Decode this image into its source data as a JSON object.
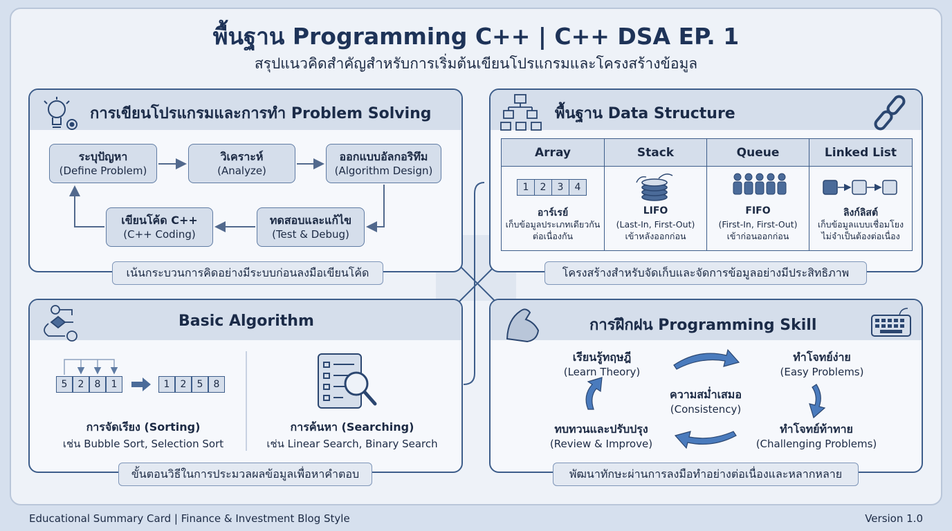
{
  "header": {
    "title": "พื้นฐาน Programming C++ | C++ DSA EP. 1",
    "subtitle": "สรุปแนวคิดสำคัญสำหรับการเริ่มต้นเขียนโปรแกรมและโครงสร้างข้อมูล"
  },
  "problem_solving": {
    "title": "การเขียนโปรแกรมและการทำ Problem Solving",
    "steps": [
      {
        "th": "ระบุปัญหา",
        "en": "(Define Problem)"
      },
      {
        "th": "วิเคราะห์",
        "en": "(Analyze)"
      },
      {
        "th": "ออกแบบอัลกอริทึม",
        "en": "(Algorithm Design)"
      },
      {
        "th": "ทดสอบและแก้ไข",
        "en": "(Test & Debug)"
      },
      {
        "th": "เขียนโค้ด C++",
        "en": "(C++ Coding)"
      }
    ],
    "footer": "เน้นกระบวนการคิดอย่างมีระบบก่อนลงมือเขียนโค้ด"
  },
  "data_structure": {
    "title": "พื้นฐาน Data Structure",
    "columns": [
      {
        "header": "Array",
        "name": "อาร์เรย์",
        "desc1": "เก็บข้อมูลประเภทเดียวกัน",
        "desc2": "ต่อเนื่องกัน"
      },
      {
        "header": "Stack",
        "name": "LIFO",
        "desc1": "(Last-In, First-Out)",
        "desc2": "เข้าหลังออกก่อน"
      },
      {
        "header": "Queue",
        "name": "FIFO",
        "desc1": "(First-In, First-Out)",
        "desc2": "เข้าก่อนออกก่อน"
      },
      {
        "header": "Linked List",
        "name": "ลิงก์ลิสต์",
        "desc1": "เก็บข้อมูลแบบเชื่อมโยง",
        "desc2": "ไม่จำเป็นต้องต่อเนื่อง"
      }
    ],
    "array_cells": [
      "1",
      "2",
      "3",
      "4"
    ],
    "footer": "โครงสร้างสำหรับจัดเก็บและจัดการข้อมูลอย่างมีประสิทธิภาพ"
  },
  "algorithm": {
    "title": "Basic Algorithm",
    "unsorted": [
      "5",
      "2",
      "8",
      "1"
    ],
    "sorted": [
      "1",
      "2",
      "5",
      "8"
    ],
    "sorting_title": "การจัดเรียง (Sorting)",
    "sorting_desc": "เช่น Bubble Sort, Selection Sort",
    "searching_title": "การค้นหา (Searching)",
    "searching_desc": "เช่น Linear Search, Binary Search",
    "footer": "ขั้นตอนวิธีในการประมวลผลข้อมูลเพื่อหาคำตอบ"
  },
  "skill": {
    "title": "การฝึกฝน Programming Skill",
    "learn": {
      "th": "เรียนรู้ทฤษฎี",
      "en": "(Learn Theory)"
    },
    "easy": {
      "th": "ทำโจทย์ง่าย",
      "en": "(Easy Problems)"
    },
    "center": {
      "th": "ความสม่ำเสมอ",
      "en": "(Consistency)"
    },
    "review": {
      "th": "ทบทวนและปรับปรุง",
      "en": "(Review & Improve)"
    },
    "challenge": {
      "th": "ทำโจทย์ท้าทาย",
      "en": "(Challenging Problems)"
    },
    "footer": "พัฒนาทักษะผ่านการลงมือทำอย่างต่อเนื่องและหลากหลาย"
  },
  "footer": {
    "left": "Educational Summary Card | Finance & Investment Blog Style",
    "right": "Version 1.0"
  },
  "colors": {
    "accent": "#3d5d8a",
    "box_fill": "#d5deeb",
    "arrow": "#4a7bbd"
  }
}
